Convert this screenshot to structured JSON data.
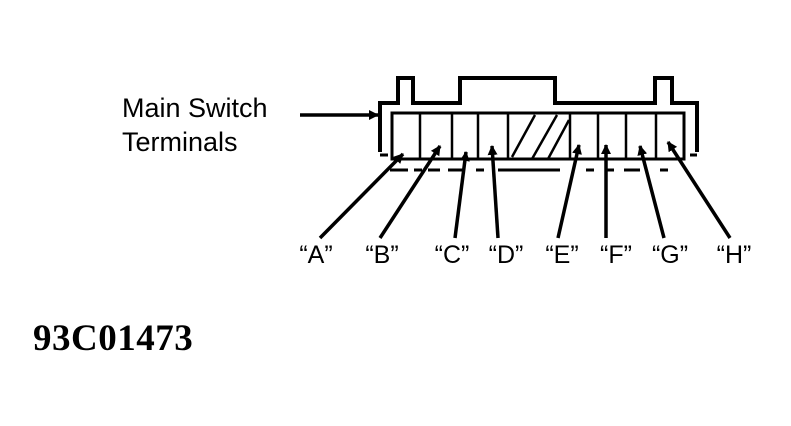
{
  "diagram": {
    "callout_line1": "Main Switch",
    "callout_line2": "Terminals",
    "terminals": [
      {
        "label": "“A”"
      },
      {
        "label": "“B”"
      },
      {
        "label": "“C”"
      },
      {
        "label": "“D”"
      },
      {
        "label": "“E”"
      },
      {
        "label": "“F”"
      },
      {
        "label": "“G”"
      },
      {
        "label": "“H”"
      }
    ],
    "figure_id": "93C01473"
  }
}
